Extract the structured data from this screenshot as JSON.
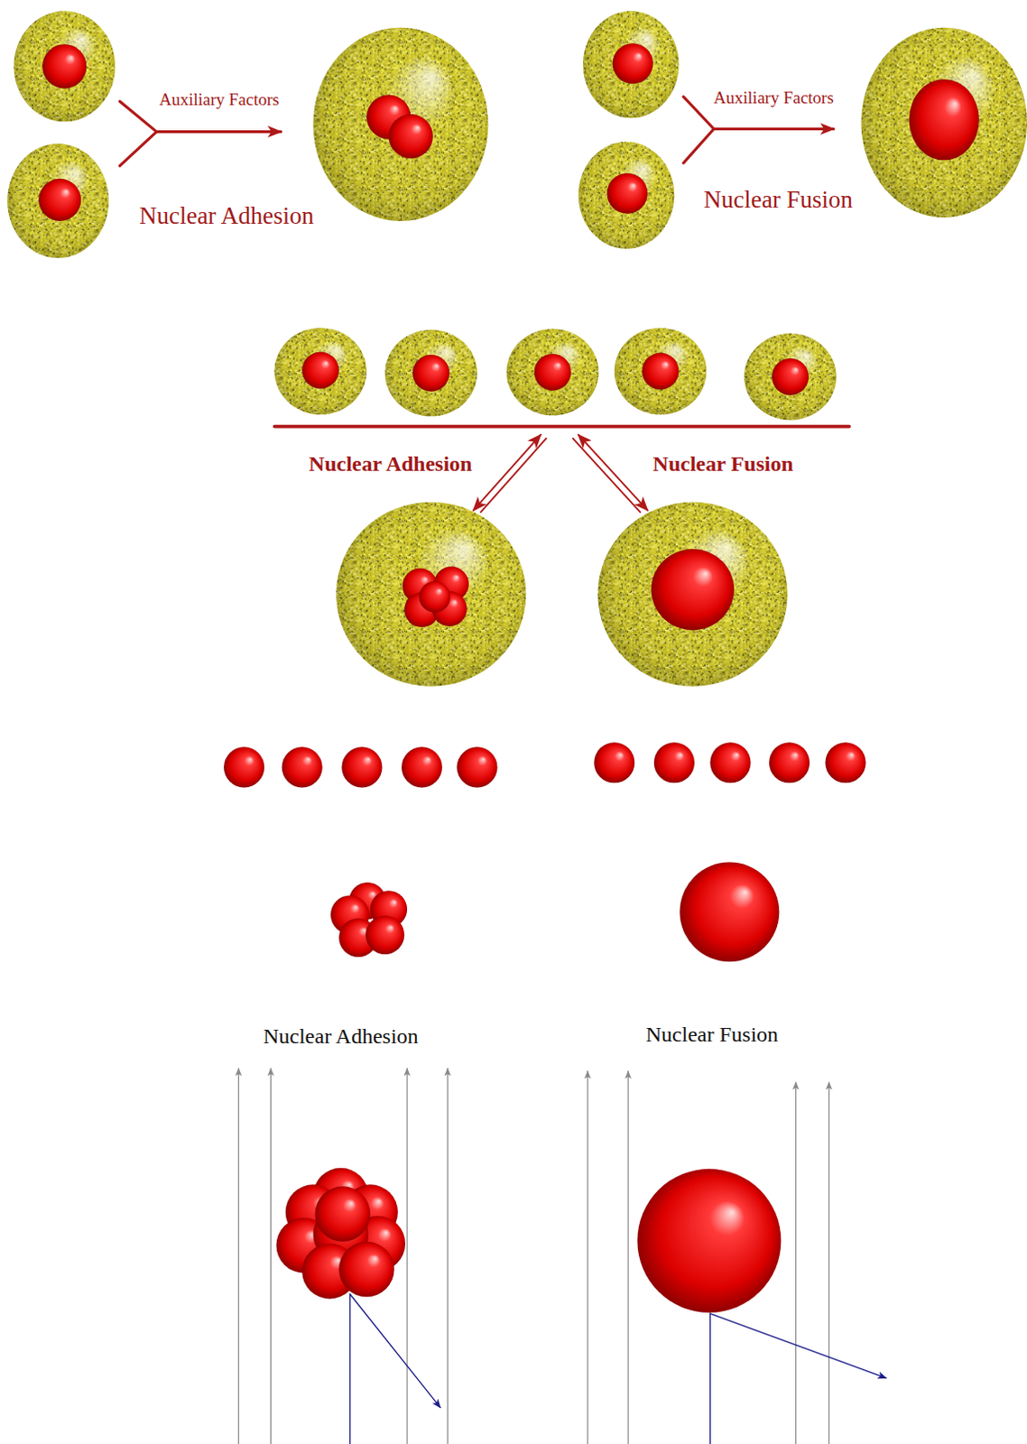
{
  "diagram": {
    "labels": [
      "Auxiliary Factors",
      "Nuclear Adhesion",
      "Auxiliary Factors",
      "Nuclear Fusion",
      "Nuclear Adhesion",
      "Nuclear Fusion",
      "Nuclear Adhesion",
      "Nuclear Fusion"
    ]
  }
}
